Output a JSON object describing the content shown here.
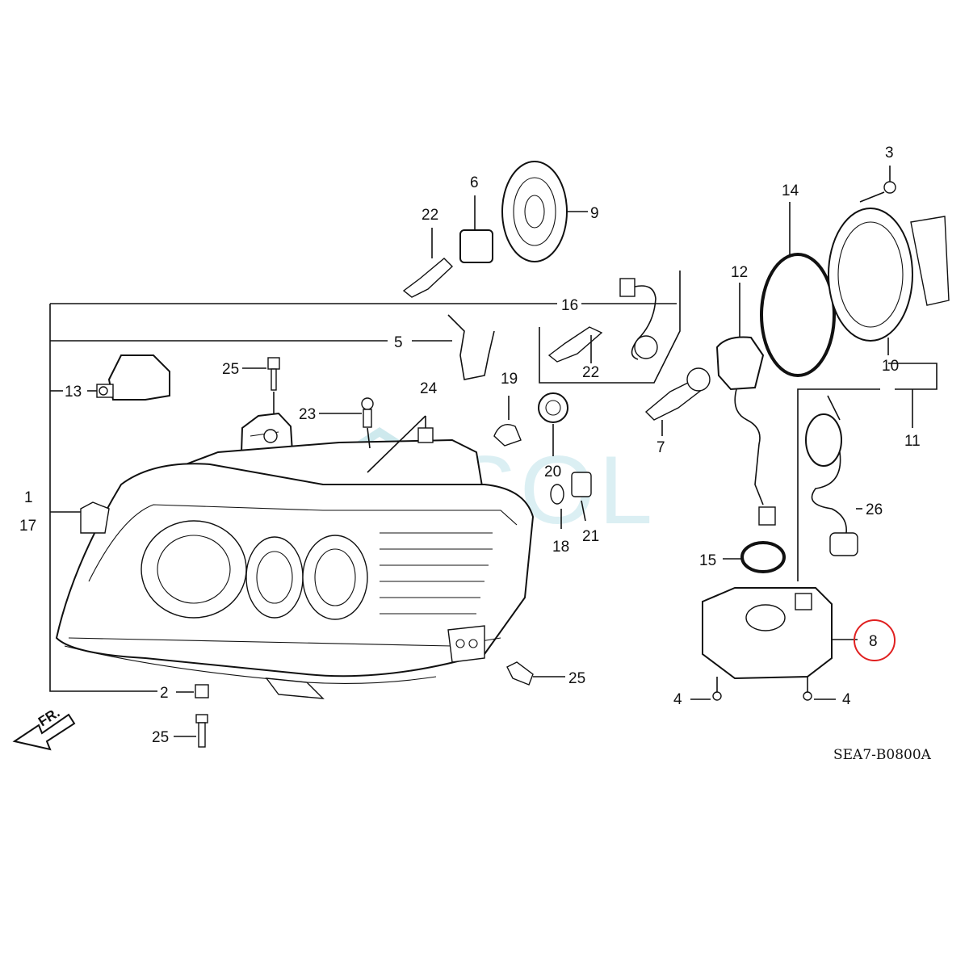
{
  "watermark": "SOL",
  "direction_label": "FR.",
  "diagram_code": "SEA7-B0800A",
  "highlight_color": "#e02020",
  "callouts": {
    "c1": "1",
    "c17": "17",
    "c2": "2",
    "c3": "3",
    "c4a": "4",
    "c4b": "4",
    "c5": "5",
    "c6": "6",
    "c7": "7",
    "c8": "8",
    "c9": "9",
    "c10": "10",
    "c11": "11",
    "c12": "12",
    "c13": "13",
    "c14": "14",
    "c15": "15",
    "c16": "16",
    "c18": "18",
    "c19": "19",
    "c20": "20",
    "c21": "21",
    "c22a": "22",
    "c22b": "22",
    "c23": "23",
    "c24": "24",
    "c25a": "25",
    "c25b": "25",
    "c25c": "25",
    "c26": "26"
  }
}
